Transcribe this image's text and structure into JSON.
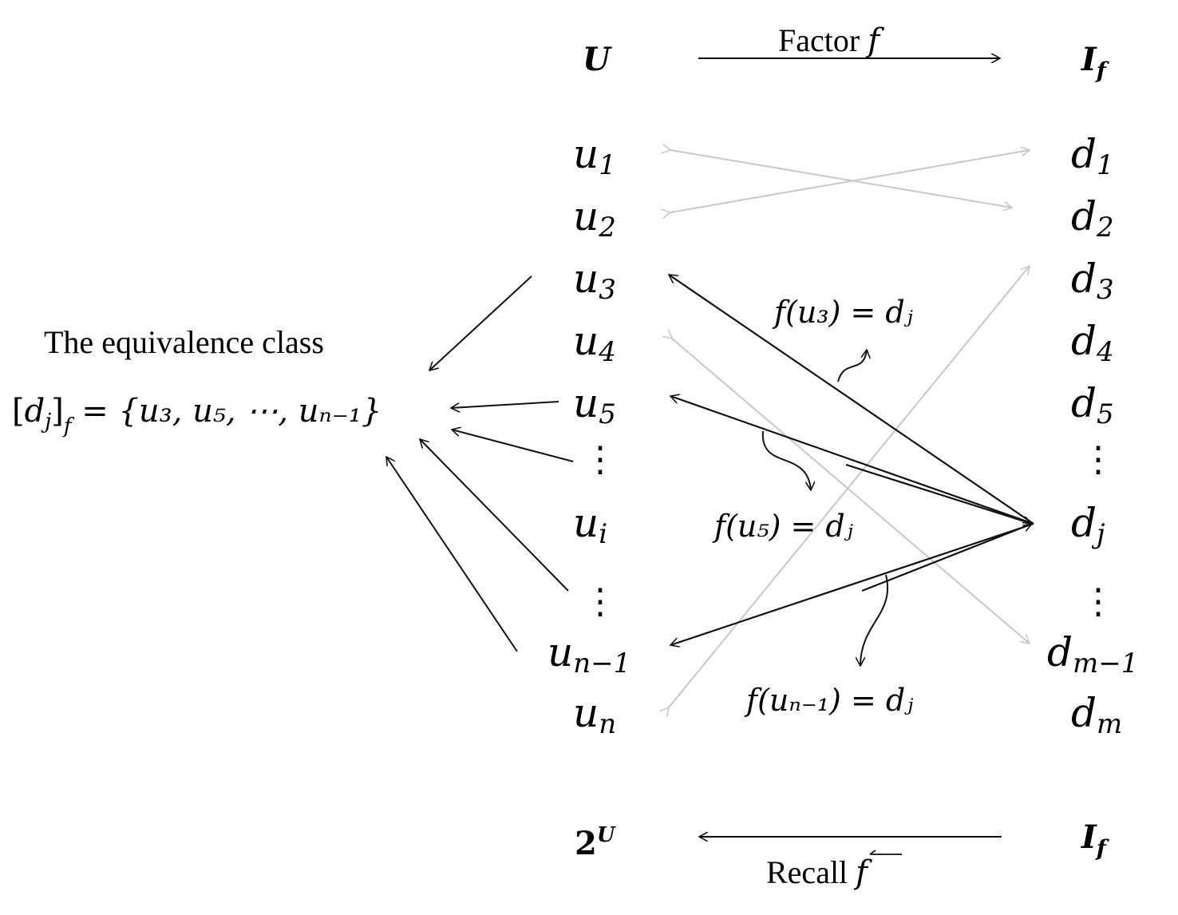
{
  "top": {
    "set_u": "U",
    "set_i": "I",
    "set_i_sub": "f",
    "factor_label": "Factor ",
    "factor_f": "f"
  },
  "bottom": {
    "power_base": "2",
    "power_exp": "U",
    "set_i": "I",
    "set_i_sub": "f",
    "recall_label": "Recall ",
    "recall_f": "f"
  },
  "left_column": [
    {
      "base": "u",
      "sub": "1"
    },
    {
      "base": "u",
      "sub": "2"
    },
    {
      "base": "u",
      "sub": "3"
    },
    {
      "base": "u",
      "sub": "4"
    },
    {
      "base": "u",
      "sub": "5"
    },
    {
      "base": "⋮",
      "sub": ""
    },
    {
      "base": "u",
      "sub": "i"
    },
    {
      "base": "⋮",
      "sub": ""
    },
    {
      "base": "u",
      "sub": "n−1"
    },
    {
      "base": "u",
      "sub": "n"
    }
  ],
  "right_column": [
    {
      "base": "d",
      "sub": "1"
    },
    {
      "base": "d",
      "sub": "2"
    },
    {
      "base": "d",
      "sub": "3"
    },
    {
      "base": "d",
      "sub": "4"
    },
    {
      "base": "d",
      "sub": "5"
    },
    {
      "base": "⋮",
      "sub": ""
    },
    {
      "base": "d",
      "sub": "j"
    },
    {
      "base": "⋮",
      "sub": ""
    },
    {
      "base": "d",
      "sub": "m−1"
    },
    {
      "base": "d",
      "sub": "m"
    }
  ],
  "equivalence": {
    "heading": "The equivalence class",
    "lhs_open": "[",
    "lhs_d": "d",
    "lhs_sub": "j",
    "lhs_close": "]",
    "lhs_f": "f",
    "rhs": " = {u₃, u₅, ⋯, uₙ₋₁}"
  },
  "mappings": {
    "f_u3": "f(u₃) = dⱼ",
    "f_u5": "f(u₅) = dⱼ",
    "f_un1": "f(uₙ₋₁) = dⱼ"
  },
  "colors": {
    "ink": "#111111",
    "faint_arrow": "#c8c8c8"
  }
}
